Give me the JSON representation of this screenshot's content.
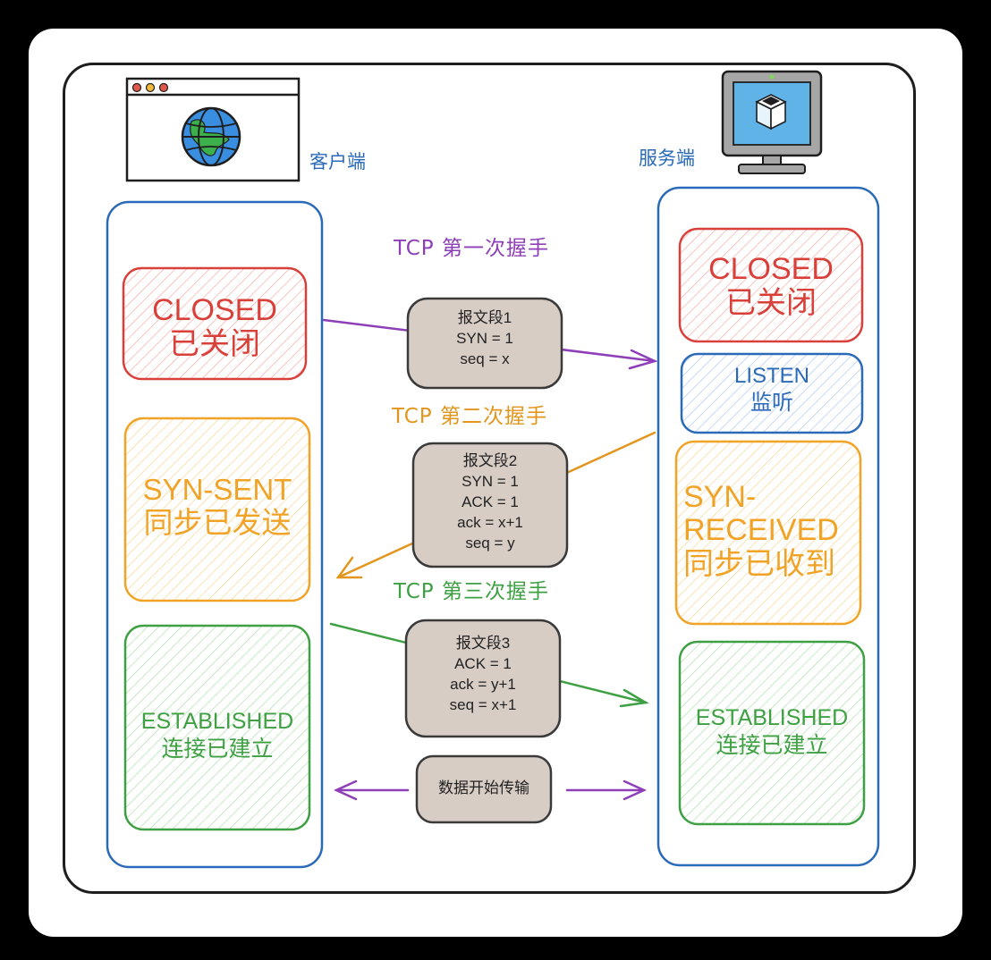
{
  "client": {
    "label": "客户端"
  },
  "server": {
    "label": "服务端"
  },
  "handshakes": [
    {
      "title": "TCP 第一次握手",
      "color": "#8e3fb8"
    },
    {
      "title": "TCP 第二次握手",
      "color": "#e3961e"
    },
    {
      "title": "TCP 第三次握手",
      "color": "#3ea043"
    }
  ],
  "client_states": [
    {
      "en": "CLOSED",
      "zh": "已关闭",
      "color": "#d9403a"
    },
    {
      "en": "SYN-SENT",
      "zh": "同步已发送",
      "color": "#f0a326"
    },
    {
      "en": "ESTABLISHED",
      "zh": "连接已建立",
      "color": "#3ea043"
    }
  ],
  "server_states": [
    {
      "en": "CLOSED",
      "zh": "已关闭",
      "color": "#d9403a"
    },
    {
      "en": "LISTEN",
      "zh": "监听",
      "color": "#2a6ab8"
    },
    {
      "en_1": "SYN-",
      "en_2": "RECEIVED",
      "zh": "同步已收到",
      "color": "#f0a326"
    },
    {
      "en": "ESTABLISHED",
      "zh": "连接已建立",
      "color": "#3ea043"
    }
  ],
  "segments": [
    {
      "lines": [
        "报文段1",
        "SYN = 1",
        "seq = x"
      ]
    },
    {
      "lines": [
        "报文段2",
        "SYN = 1",
        "ACK = 1",
        "ack = x+1",
        "seq = y"
      ]
    },
    {
      "lines": [
        "报文段3",
        "ACK = 1",
        "ack = y+1",
        "seq = x+1"
      ]
    }
  ],
  "data_transfer": {
    "label": "数据开始传输",
    "color": "#8e3fb8"
  },
  "icons": [
    "browser-window-icon",
    "globe-icon",
    "computer-monitor-icon",
    "cube-icon"
  ]
}
